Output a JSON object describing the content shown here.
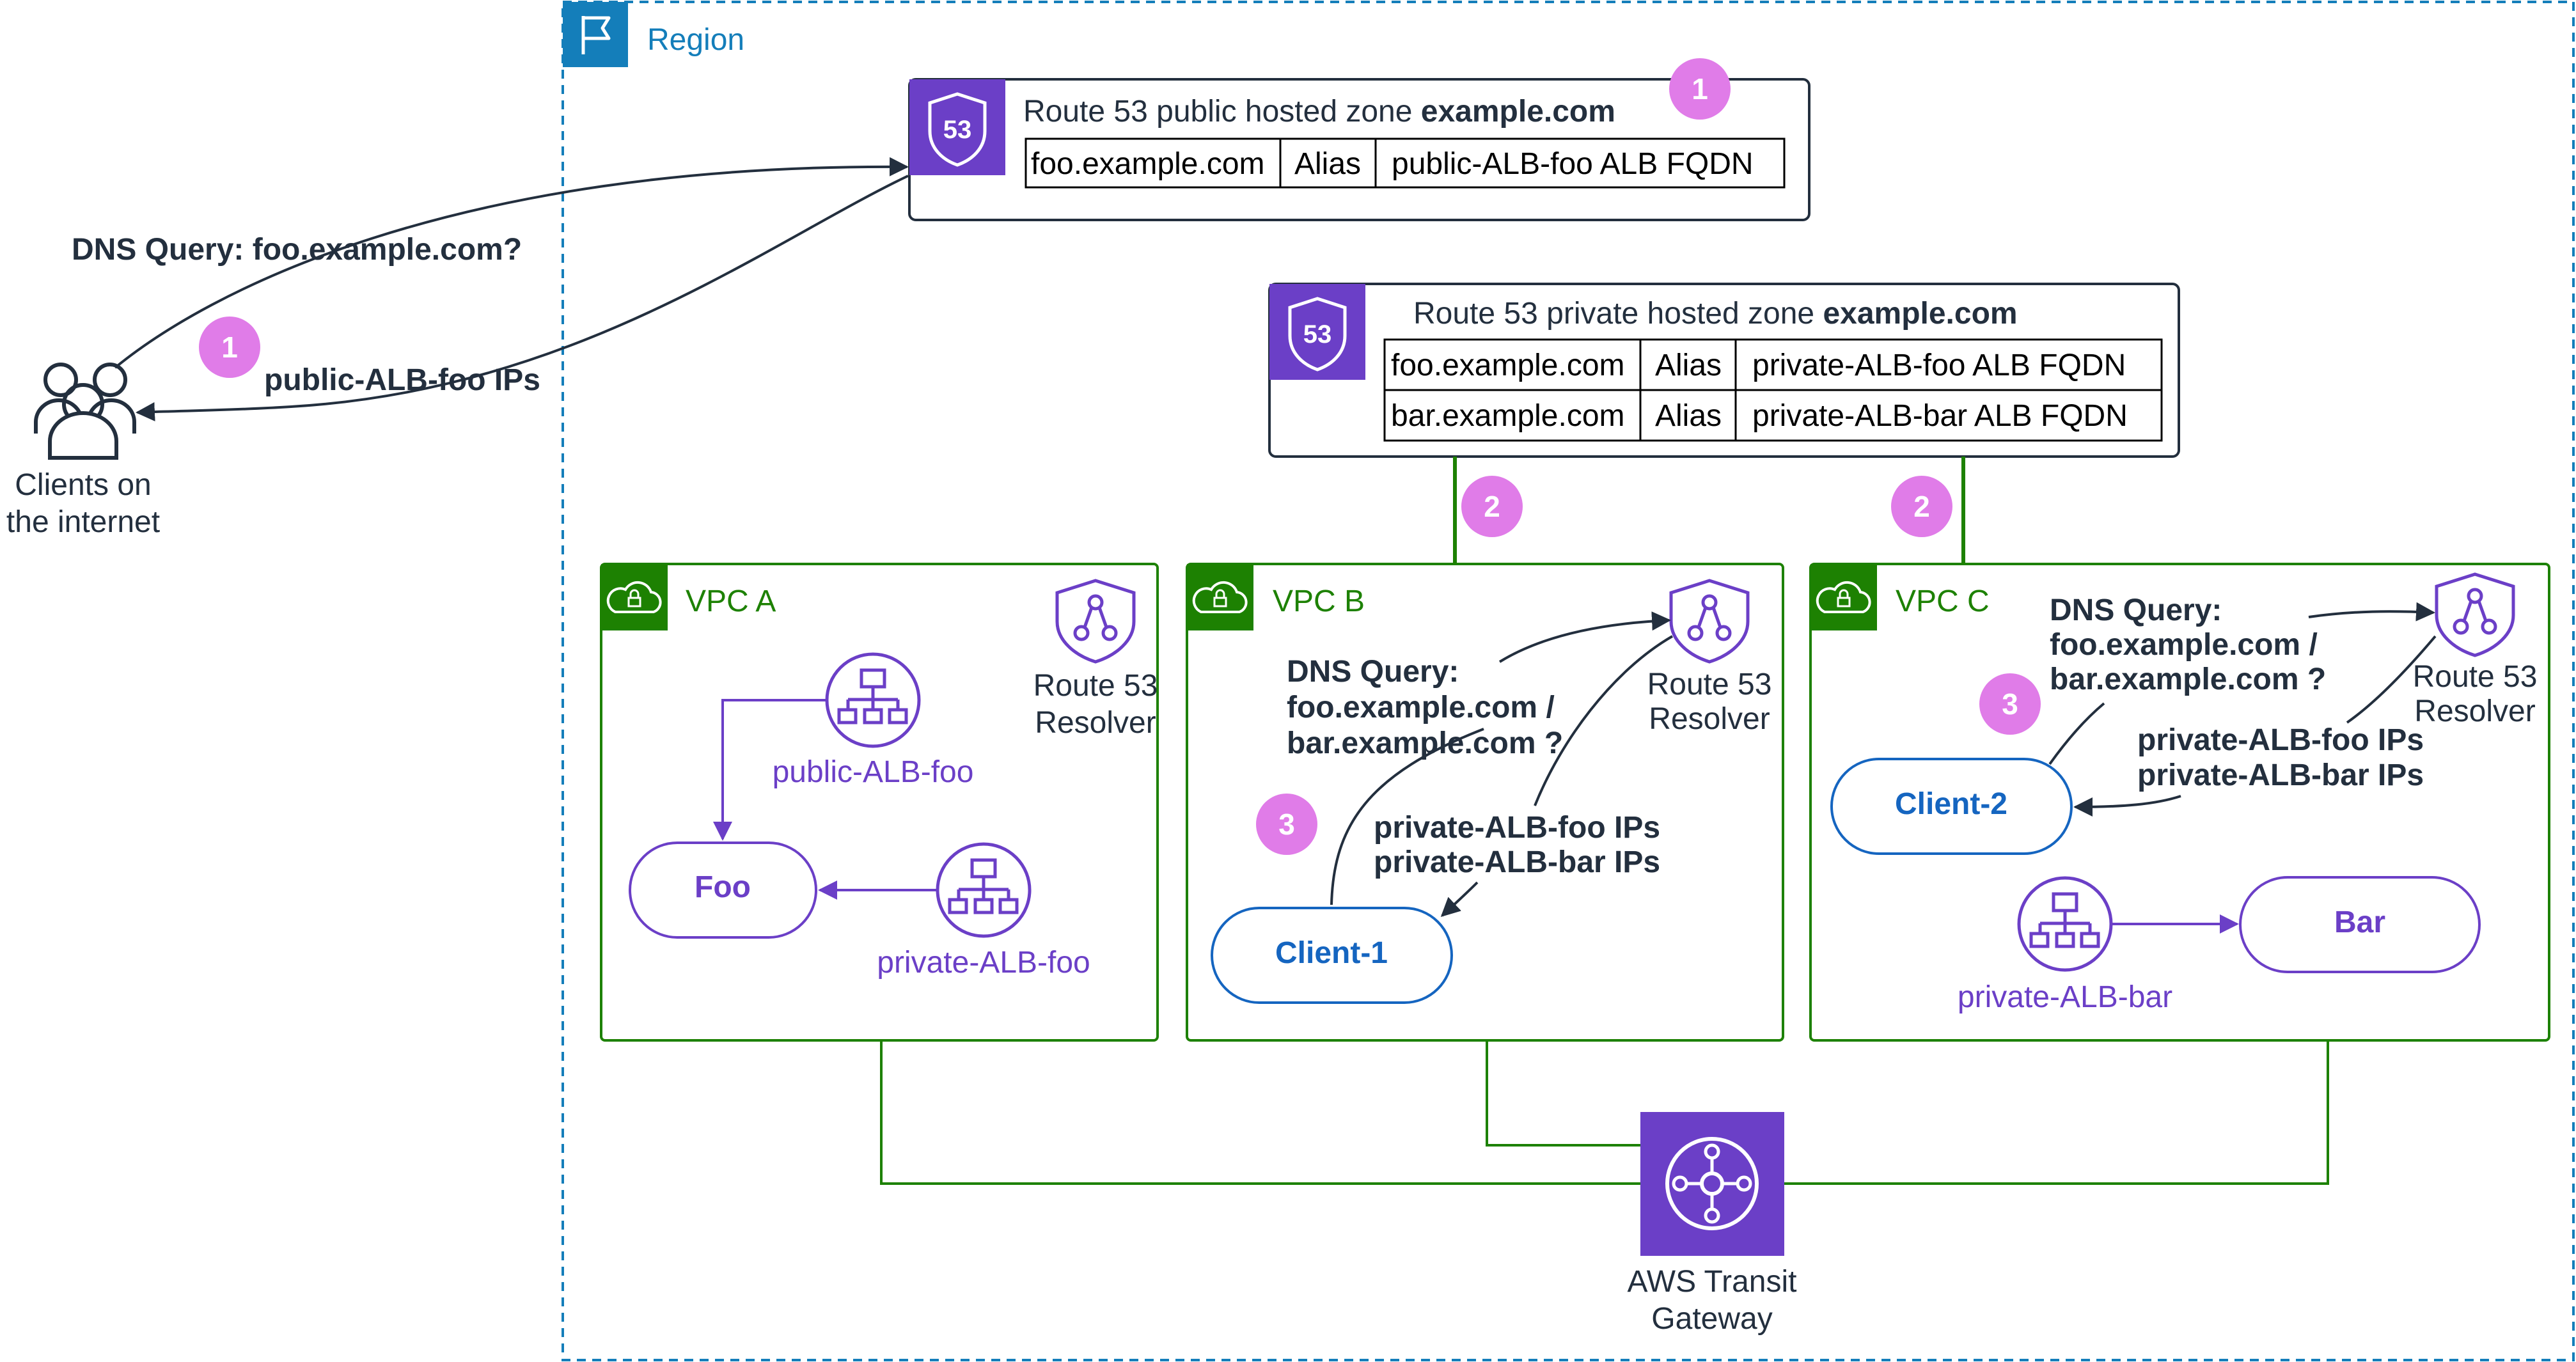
{
  "region": {
    "label": "Region"
  },
  "clients": {
    "line1": "Clients on",
    "line2": "the internet"
  },
  "badges": {
    "one": "1",
    "two": "2",
    "three": "3"
  },
  "public_zone": {
    "title_prefix": "Route 53 public hosted zone ",
    "title_domain": "example.com",
    "record": {
      "name": "foo.example.com",
      "type": "Alias",
      "target": "public-ALB-foo ALB FQDN"
    }
  },
  "private_zone": {
    "title_prefix": "Route 53 private hosted zone ",
    "title_domain": "example.com",
    "records": [
      {
        "name": "foo.example.com",
        "type": "Alias",
        "target": "private-ALB-foo ALB FQDN"
      },
      {
        "name": "bar.example.com",
        "type": "Alias",
        "target": "private-ALB-bar ALB FQDN"
      }
    ]
  },
  "internet_flow": {
    "query": "DNS Query: foo.example.com?",
    "answer": "public-ALB-foo IPs"
  },
  "vpc_a": {
    "label": "VPC A",
    "resolver_line1": "Route 53",
    "resolver_line2": "Resolver",
    "public_alb": "public-ALB-foo",
    "private_alb": "private-ALB-foo",
    "service": "Foo"
  },
  "vpc_b": {
    "label": "VPC B",
    "resolver_line1": "Route 53",
    "resolver_line2": "Resolver",
    "query_line1": "DNS Query:",
    "query_line2": "foo.example.com /",
    "query_line3": "bar.example.com ?",
    "answer_line1": "private-ALB-foo IPs",
    "answer_line2": "private-ALB-bar IPs",
    "client": "Client-1"
  },
  "vpc_c": {
    "label": "VPC C",
    "resolver_line1": "Route 53",
    "resolver_line2": "Resolver",
    "query_line1": "DNS Query:",
    "query_line2": "foo.example.com /",
    "query_line3": "bar.example.com ?",
    "answer_line1": "private-ALB-foo IPs",
    "answer_line2": "private-ALB-bar IPs",
    "client": "Client-2",
    "private_alb": "private-ALB-bar",
    "service": "Bar"
  },
  "transit_gateway": {
    "line1": "AWS Transit",
    "line2": "Gateway"
  },
  "colors": {
    "purple": "#6b3fc7",
    "green": "#1d8102",
    "region_blue": "#147eba",
    "client_blue": "#1565c0",
    "badge_pink": "#e07ce8",
    "dark": "#232f3e"
  }
}
